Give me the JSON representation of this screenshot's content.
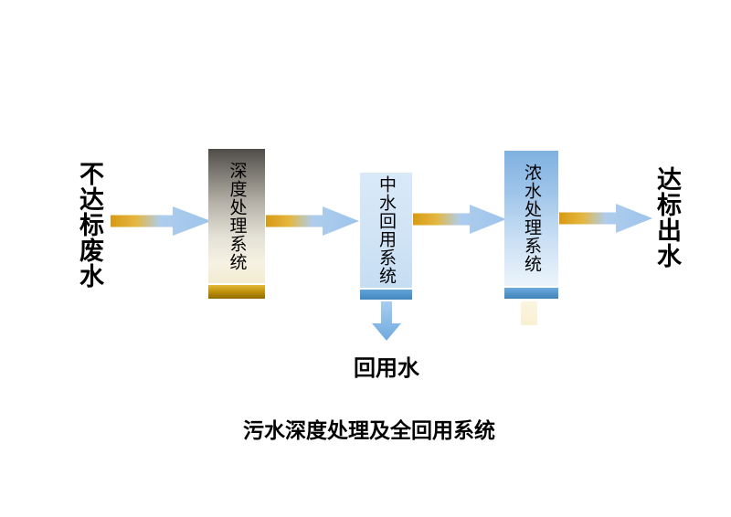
{
  "diagram": {
    "left_label": "不达标废水",
    "right_label": "达标出水",
    "boxes": [
      {
        "label": "深度处理系统"
      },
      {
        "label": "中水回用系统"
      },
      {
        "label": "浓水处理系统"
      }
    ],
    "reuse_label": "回用水",
    "caption": "污水深度处理及全回用系统",
    "colors": {
      "arrow_gold": "#D79A14",
      "arrow_blue": "#9DC4EB",
      "box1_band_gold": "#C3940E",
      "box2_band_blue": "#4287BD",
      "box3_band_blue": "#3F82BA"
    }
  }
}
